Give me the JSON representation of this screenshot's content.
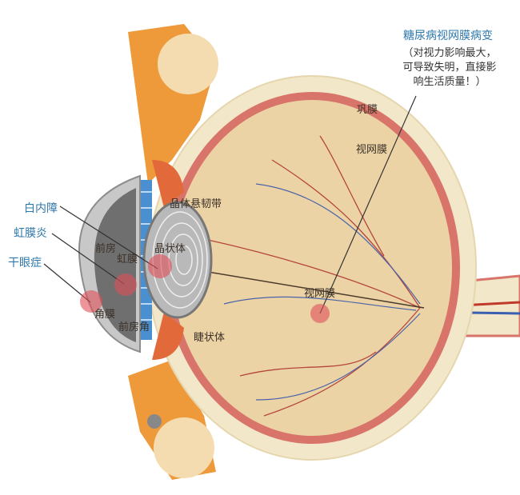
{
  "title": "糖尿病视网膜病变",
  "note_lines": [
    "（对视力影响最大，",
    "可导致失明，直接影",
    "响生活质量！）"
  ],
  "labels": {
    "sclera": "巩膜",
    "retina_top": "视网膜",
    "zonules": "晶体悬韧带",
    "anterior_chamber": "前房",
    "iris": "虹膜",
    "lens": "晶状体",
    "cornea": "角膜",
    "chamber_angle": "前房角",
    "ciliary_body": "睫状体",
    "retina_center": "视网膜"
  },
  "conditions": {
    "cataract": "白内障",
    "iritis": "虹膜炎",
    "dry_eye": "干眼症"
  },
  "colors": {
    "label_blue": "#2f78ad",
    "marker_red": "#e0505a",
    "vitreous": "#ecd3a6",
    "choroid": "#d8746a",
    "sclera": "#f2e7c9",
    "orbit": "#ef9a3a"
  }
}
